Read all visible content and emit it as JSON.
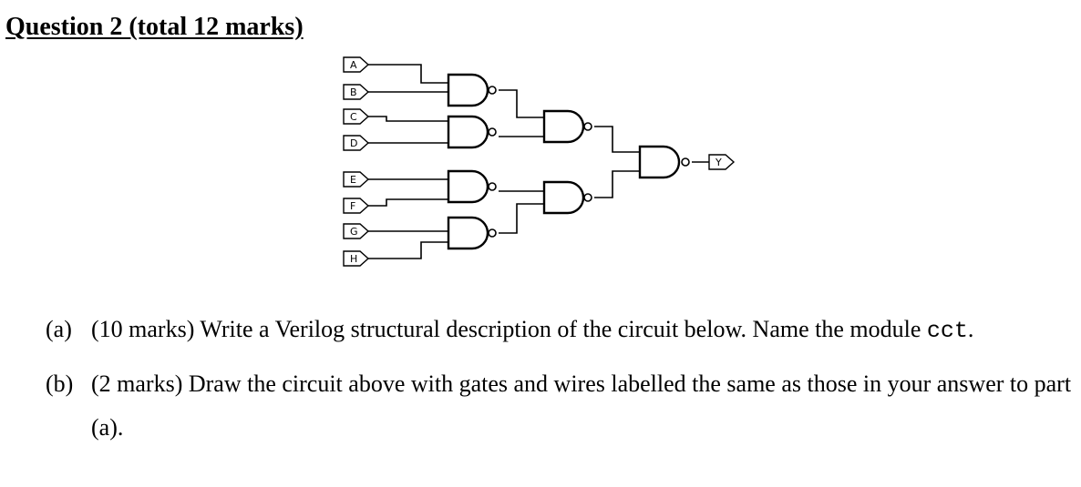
{
  "question": {
    "title": "Question 2 (total 12 marks)"
  },
  "circuit": {
    "inputs": [
      "A",
      "B",
      "C",
      "D",
      "E",
      "F",
      "G",
      "H"
    ],
    "output": "Y",
    "gate_type": "NAND",
    "gates": [
      {
        "id": "g1",
        "inputs": [
          "A",
          "B"
        ]
      },
      {
        "id": "g2",
        "inputs": [
          "C",
          "D"
        ]
      },
      {
        "id": "g3",
        "inputs": [
          "E",
          "F"
        ]
      },
      {
        "id": "g4",
        "inputs": [
          "G",
          "H"
        ]
      },
      {
        "id": "g5",
        "inputs": [
          "g1",
          "g2"
        ]
      },
      {
        "id": "g6",
        "inputs": [
          "g3",
          "g4"
        ]
      },
      {
        "id": "g7",
        "inputs": [
          "g5",
          "g6"
        ]
      }
    ]
  },
  "parts": [
    {
      "tag": "(a)",
      "text_before": "(10 marks) Write a Verilog structural description of the circuit below. Name the module ",
      "code": "cct",
      "text_after": "."
    },
    {
      "tag": "(b)",
      "text": "(2 marks) Draw the circuit above with gates and wires labelled the same as those in your answer to part (a)."
    }
  ]
}
